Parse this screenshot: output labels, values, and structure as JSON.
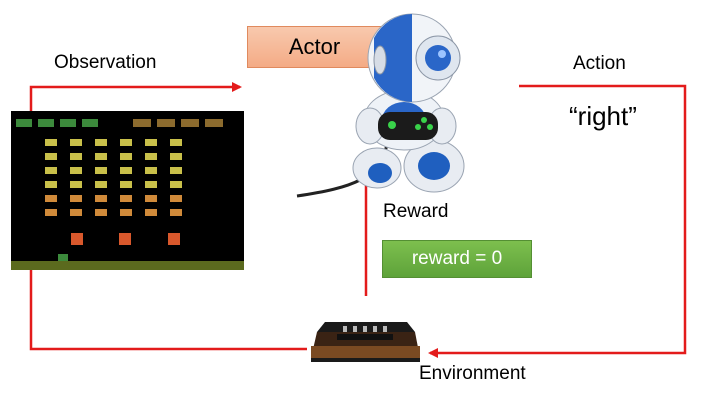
{
  "labels": {
    "actor": "Actor",
    "observation": "Observation",
    "action": "Action",
    "action_value": "“right”",
    "reward": "Reward",
    "reward_value": "reward = 0",
    "environment": "Environment"
  },
  "colors": {
    "arrow": "#e31b1b",
    "actor_box": "#f4ab86",
    "reward_box": "#5ea33a",
    "game_background": "#000000",
    "invader_yellow": "#c9c04a",
    "invader_orange": "#d08a3a",
    "bunker": "#d8582c",
    "ground": "#5b6a1e",
    "shield_green": "#3c8a3c"
  },
  "icons": {
    "robot": "robot-gamepad-icon",
    "console": "game-console-icon",
    "game": "space-invaders-screen"
  }
}
